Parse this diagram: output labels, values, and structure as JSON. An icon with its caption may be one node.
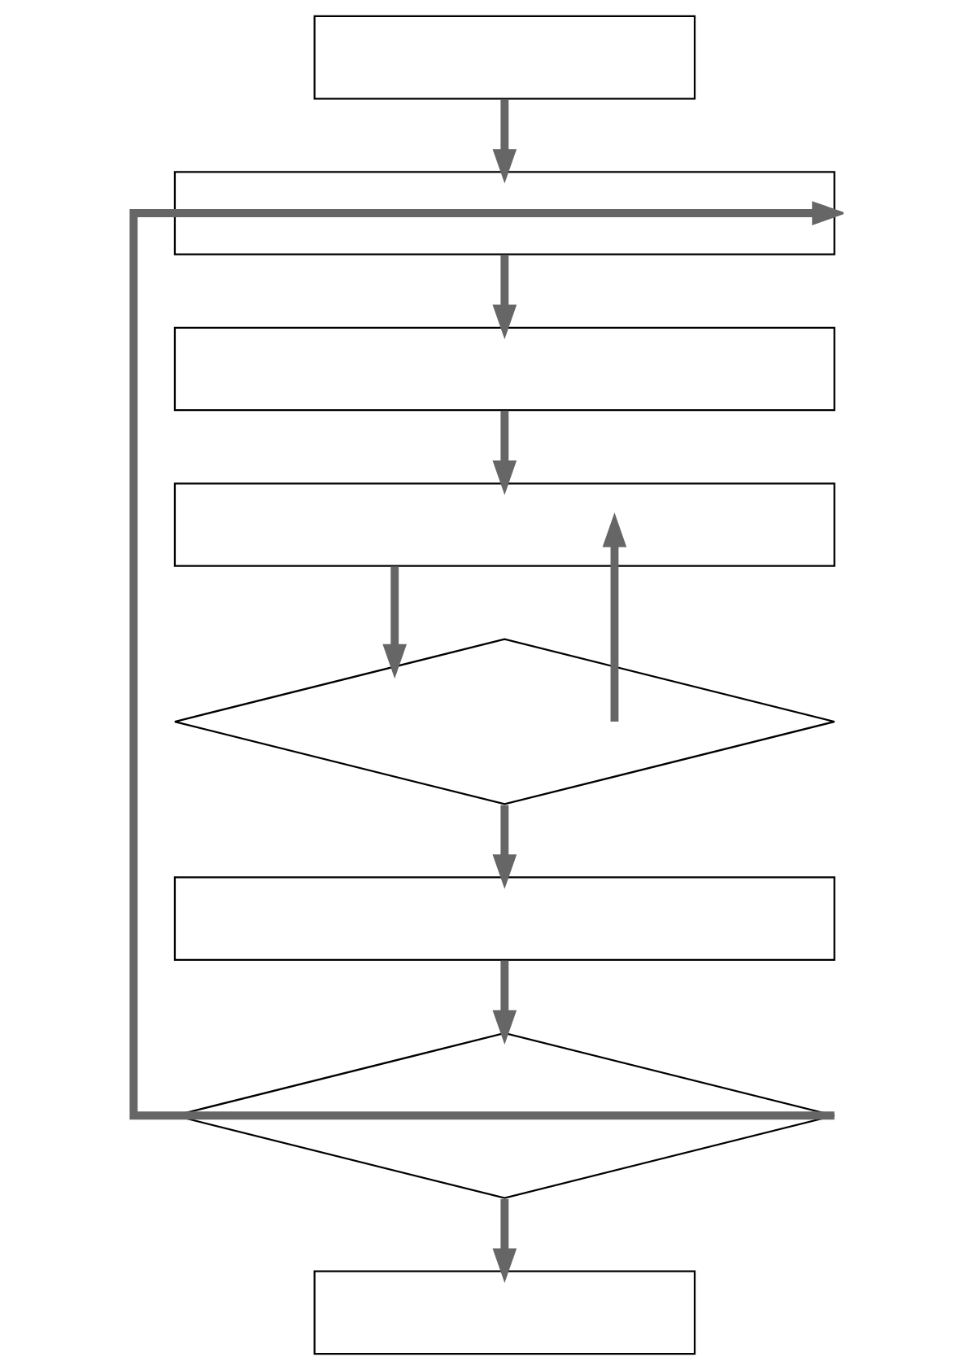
{
  "diagram": {
    "nodes": [
      {
        "text": [],
        "shape": "box"
      },
      {
        "text": [],
        "shape": "box"
      },
      {
        "text": [],
        "shape": "box"
      },
      {
        "text": [],
        "shape": "box"
      },
      {
        "text": [],
        "shape": "diamond"
      },
      {
        "text": [],
        "shape": "box"
      },
      {
        "text": [],
        "shape": "diamond"
      },
      {
        "text": [],
        "shape": "box"
      }
    ],
    "edges": [
      {
        "from": 0,
        "to": 1,
        "arrow": "to"
      },
      {
        "from": 1,
        "to": 2,
        "arrow": "to"
      },
      {
        "from": 2,
        "to": 3,
        "arrow": "to"
      },
      {
        "from": 3,
        "to": 4,
        "arrow": "to"
      },
      {
        "from": 4,
        "to": 3,
        "arrow": "to"
      },
      {
        "from": 4,
        "to": 5,
        "arrow": "to"
      },
      {
        "from": 5,
        "to": 6,
        "arrow": "to"
      },
      {
        "from": 6,
        "to": 7,
        "arrow": "to"
      },
      {
        "from": 6,
        "to": 1,
        "arrow": "to"
      }
    ]
  }
}
